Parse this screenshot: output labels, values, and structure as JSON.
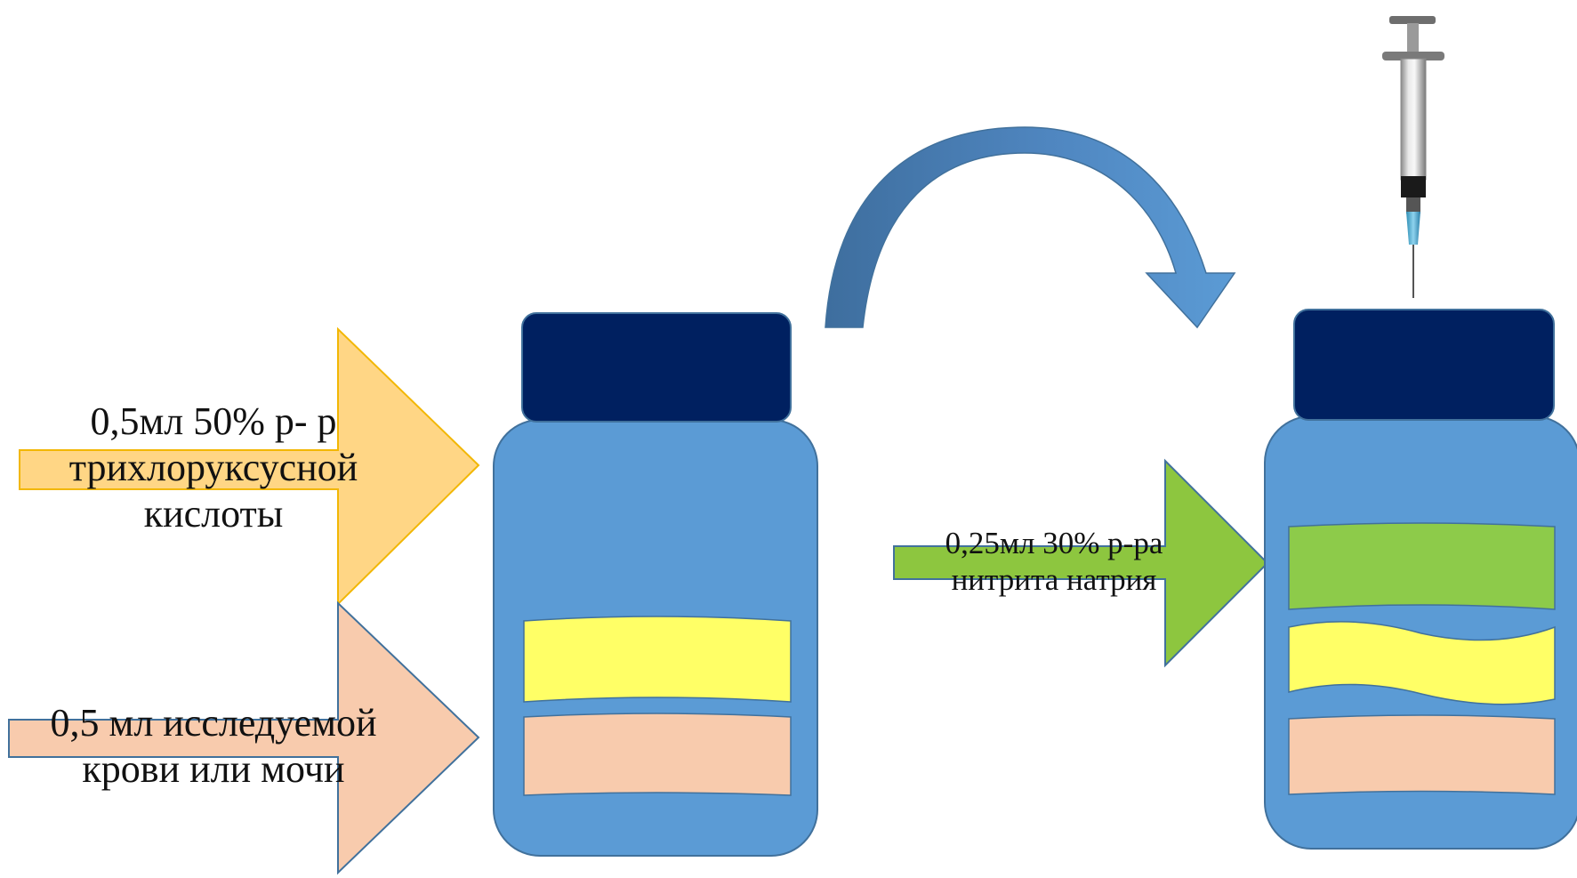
{
  "labels": {
    "reagent_tca": {
      "line1": "0,5мл 50% р- р",
      "line2": "трихлоруксусной",
      "line3": "кислоты"
    },
    "sample_blood": {
      "line1": "0,5 мл исследуемой",
      "line2": "крови или мочи"
    },
    "reagent_nitrite": {
      "line1": "0,25мл 30% р-ра",
      "line2": "нитрита натрия"
    }
  },
  "colors": {
    "cap": "#002060",
    "jar_body": "#5B9BD5",
    "jar_outline": "#41719C",
    "layer_yellow": "#FFFF66",
    "layer_peach": "#F8CBAD",
    "layer_green": "#8DCB4A",
    "arrow_orange_fill": "#FFD685",
    "arrow_orange_stroke": "#F2B705",
    "arrow_peach_fill": "#F8CBAD",
    "arrow_peach_stroke": "#41719C",
    "arrow_green_fill": "#8DC63F",
    "arrow_green_stroke": "#41719C",
    "curved_arrow": "#5B9BD5"
  },
  "icons": {
    "syringe": "syringe-icon",
    "transfer_arrow": "curved-arrow-icon"
  }
}
